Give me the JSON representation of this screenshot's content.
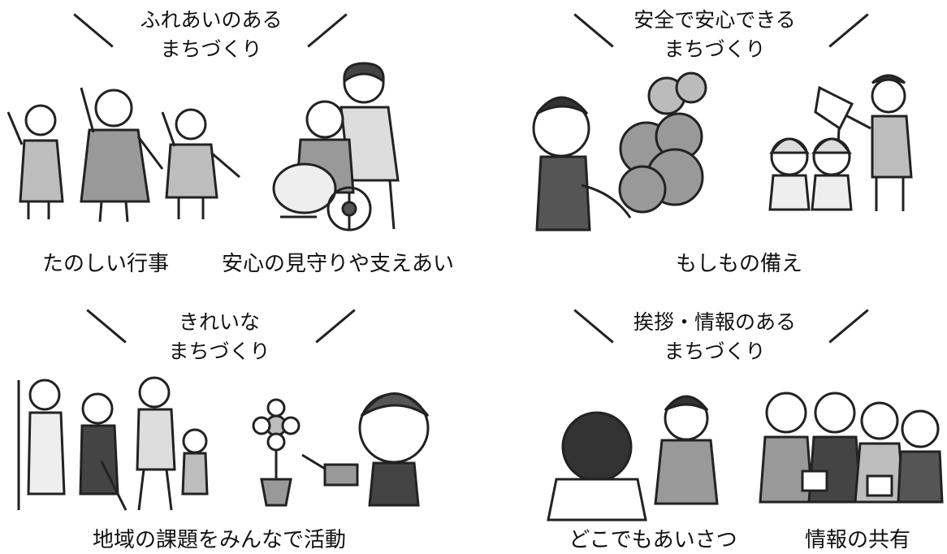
{
  "themes": [
    {
      "heading": [
        "ふれあいのある",
        "まちづくり"
      ],
      "captions": [
        "たのしい行事",
        "安心の見守りや支えあい"
      ]
    },
    {
      "heading": [
        "安全で安心できる",
        "まちづくり"
      ],
      "captions": [
        "もしもの備え"
      ]
    },
    {
      "heading": [
        "きれいな",
        "まちづくり"
      ],
      "captions": [
        "地域の課題をみんなで活動"
      ]
    },
    {
      "heading": [
        "挨拶・情報のある",
        "まちづくり"
      ],
      "captions": [
        "どこでもあいさつ",
        "情報の共有"
      ]
    }
  ],
  "illustrations": [
    "festival-dancers-illustration",
    "wheelchair-caregiver-illustration",
    "fire-extinguishing-illustration",
    "schoolchildren-crossing-guard-illustration",
    "community-cleanup-illustration",
    "watering-flower-illustration",
    "greeting-neighbors-illustration",
    "information-sharing-group-illustration"
  ],
  "colors": {
    "line": "#222222",
    "fill": "#bdbdbd",
    "dark": "#555555",
    "background": "#ffffff"
  }
}
